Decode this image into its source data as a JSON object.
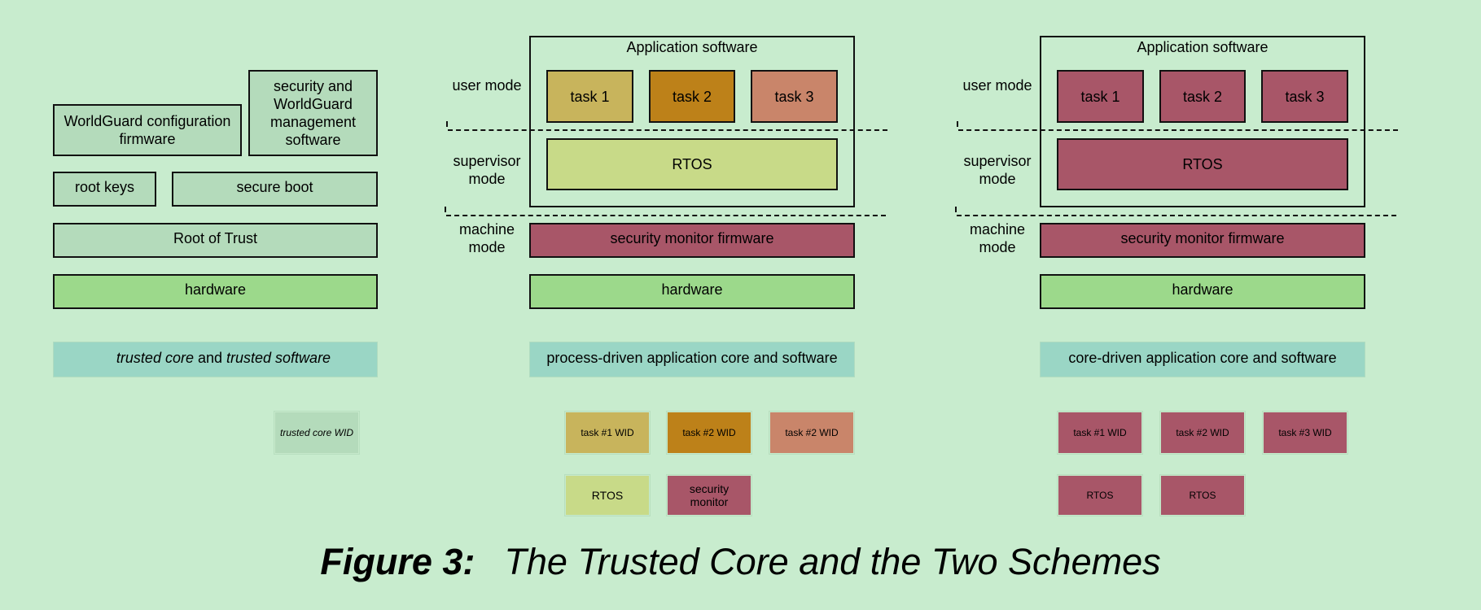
{
  "colors": {
    "background": "#c8ecce",
    "trusted_box": "#b4dbbb",
    "hardware": "#9cd98b",
    "caption": "#9ad6c5",
    "task1_process": "#c8b45c",
    "task2_process": "#bd8119",
    "task3_process": "#c9856a",
    "rtos_process": "#c8da88",
    "security_red": "#a85668"
  },
  "left": {
    "wg_config": "WorldGuard configuration firmware",
    "sec_mgmt": "security and WorldGuard management software",
    "root_keys": "root keys",
    "secure_boot": "secure boot",
    "root_of_trust": "Root of Trust",
    "hardware": "hardware",
    "caption_part1": "trusted core",
    "caption_part2": " and ",
    "caption_part3": "trusted software",
    "wid": "trusted core WID"
  },
  "middle": {
    "app_title": "Application software",
    "user_mode": "user mode",
    "supervisor_mode": "supervisor mode",
    "machine_mode": "machine mode",
    "task1": "task 1",
    "task2": "task 2",
    "task3": "task 3",
    "rtos": "RTOS",
    "security_monitor": "security monitor firmware",
    "hardware": "hardware",
    "caption": "process-driven application core and software",
    "wid_task1": "task #1 WID",
    "wid_task2": "task #2 WID",
    "wid_task3": "task #2 WID",
    "wid_rtos": "RTOS",
    "wid_secmon": "security monitor"
  },
  "right": {
    "app_title": "Application software",
    "user_mode": "user mode",
    "supervisor_mode": "supervisor mode",
    "machine_mode": "machine mode",
    "task1": "task 1",
    "task2": "task 2",
    "task3": "task 3",
    "rtos": "RTOS",
    "security_monitor": "security monitor firmware",
    "hardware": "hardware",
    "caption": "core-driven application core and software",
    "wid_task1": "task #1 WID",
    "wid_task2": "task #2 WID",
    "wid_task3": "task #3 WID",
    "wid_rtos1": "RTOS",
    "wid_rtos2": "RTOS"
  },
  "figure": {
    "label": "Figure 3:",
    "title": "The Trusted Core and the Two Schemes"
  }
}
